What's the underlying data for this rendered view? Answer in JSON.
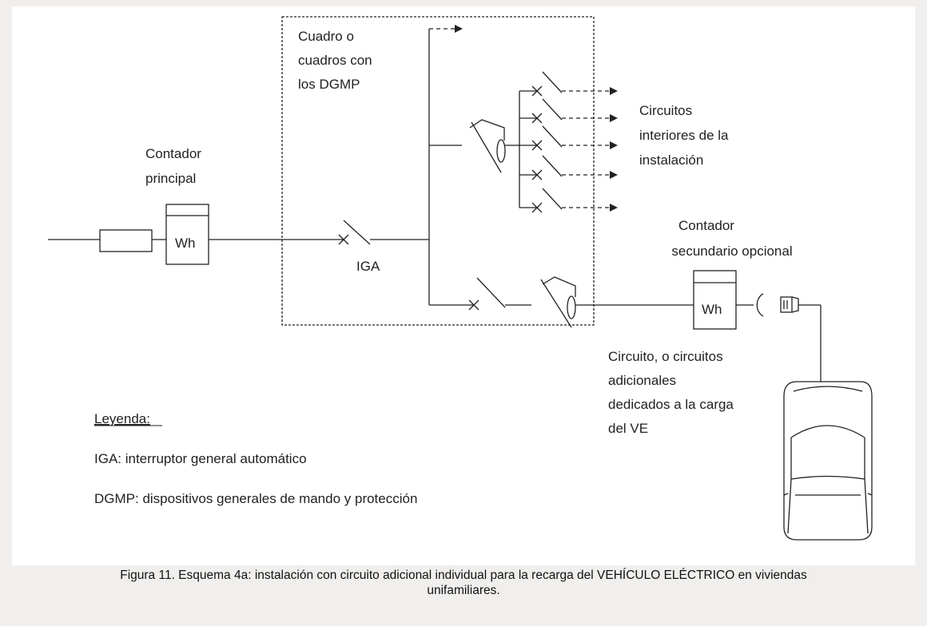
{
  "diagram": {
    "panel_label": [
      "Cuadro o",
      "cuadros con",
      "los DGMP"
    ],
    "main_meter_label": [
      "Contador",
      "principal"
    ],
    "wh_label": "Wh",
    "iga_label": "IGA",
    "interior_circuits_label": [
      "Circuitos",
      "interiores de la",
      "instalación"
    ],
    "secondary_meter_label": [
      "Contador",
      "secundario opcional"
    ],
    "ev_circuit_label": [
      "Circuito, o circuitos",
      "adicionales",
      "dedicados a la carga",
      "del VE"
    ],
    "legend": {
      "title": "Leyenda:",
      "items": [
        "IGA: interruptor general automático",
        "DGMP: dispositivos generales de mando y protección"
      ]
    }
  },
  "caption": {
    "line1": "Figura 11. Esquema 4a: instalación con circuito adicional individual para la recarga del VEHÍCULO ELÉCTRICO en viviendas",
    "line2": "unifamiliares."
  }
}
